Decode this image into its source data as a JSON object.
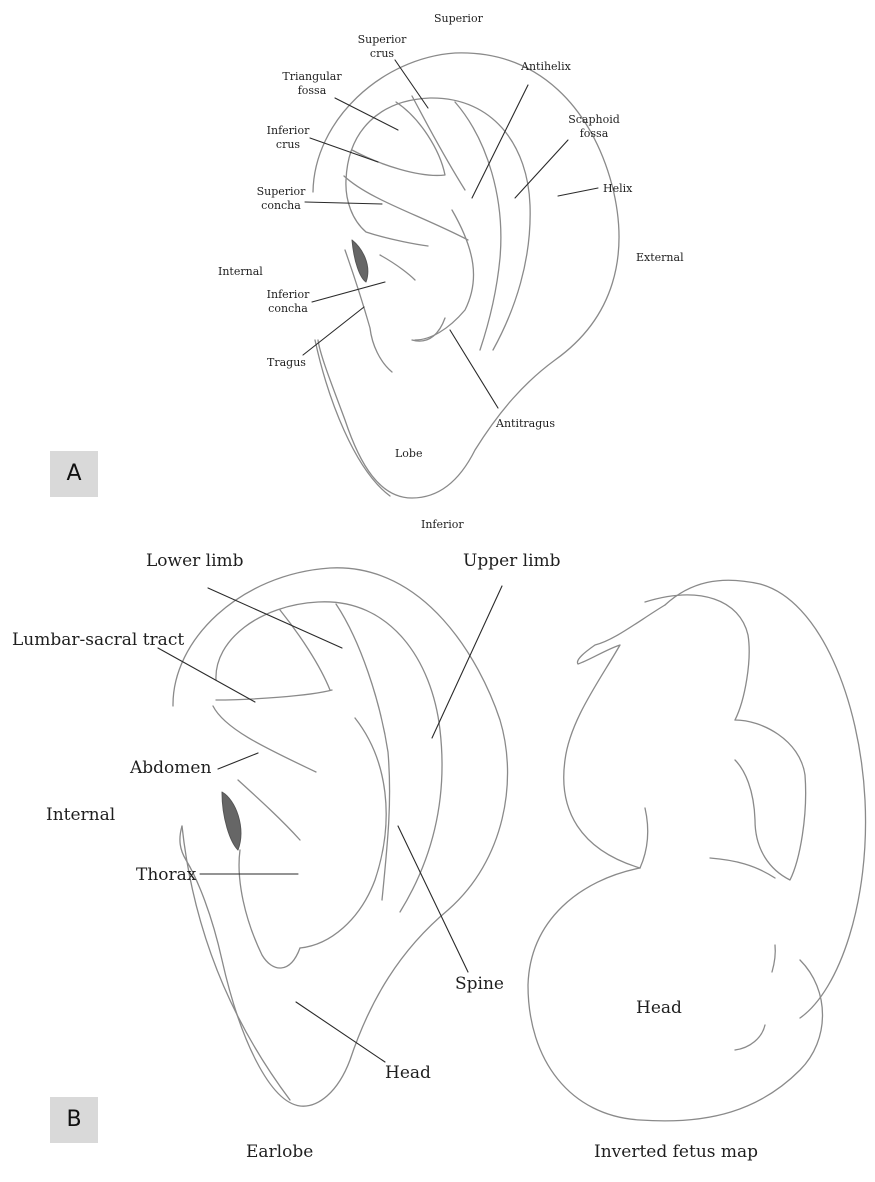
{
  "panel_a": {
    "tag": "A",
    "labels": {
      "superior": "Superior",
      "superior_crus": "Superior crus",
      "triangular_fossa": "Triangular fossa",
      "antihelix": "Antihelix",
      "inferior_crus": "Inferior crus",
      "scaphoid_fossa": "Scaphoid fossa",
      "helix": "Helix",
      "superior_concha": "Superior concha",
      "internal": "Internal",
      "external": "External",
      "inferior_concha": "Inferior concha",
      "tragus": "Tragus",
      "antitragus": "Antitragus",
      "lobe": "Lobe",
      "inferior": "Inferior"
    }
  },
  "panel_b": {
    "tag": "B",
    "labels": {
      "lower_limb": "Lower limb",
      "upper_limb": "Upper limb",
      "lumbar_sacral_tract": "Lumbar-sacral tract",
      "abdomen": "Abdomen",
      "internal": "Internal",
      "thorax": "Thorax",
      "spine": "Spine",
      "head": "Head",
      "fetus_head": "Head",
      "earlobe_caption": "Earlobe",
      "fetus_caption": "Inverted fetus map"
    }
  }
}
